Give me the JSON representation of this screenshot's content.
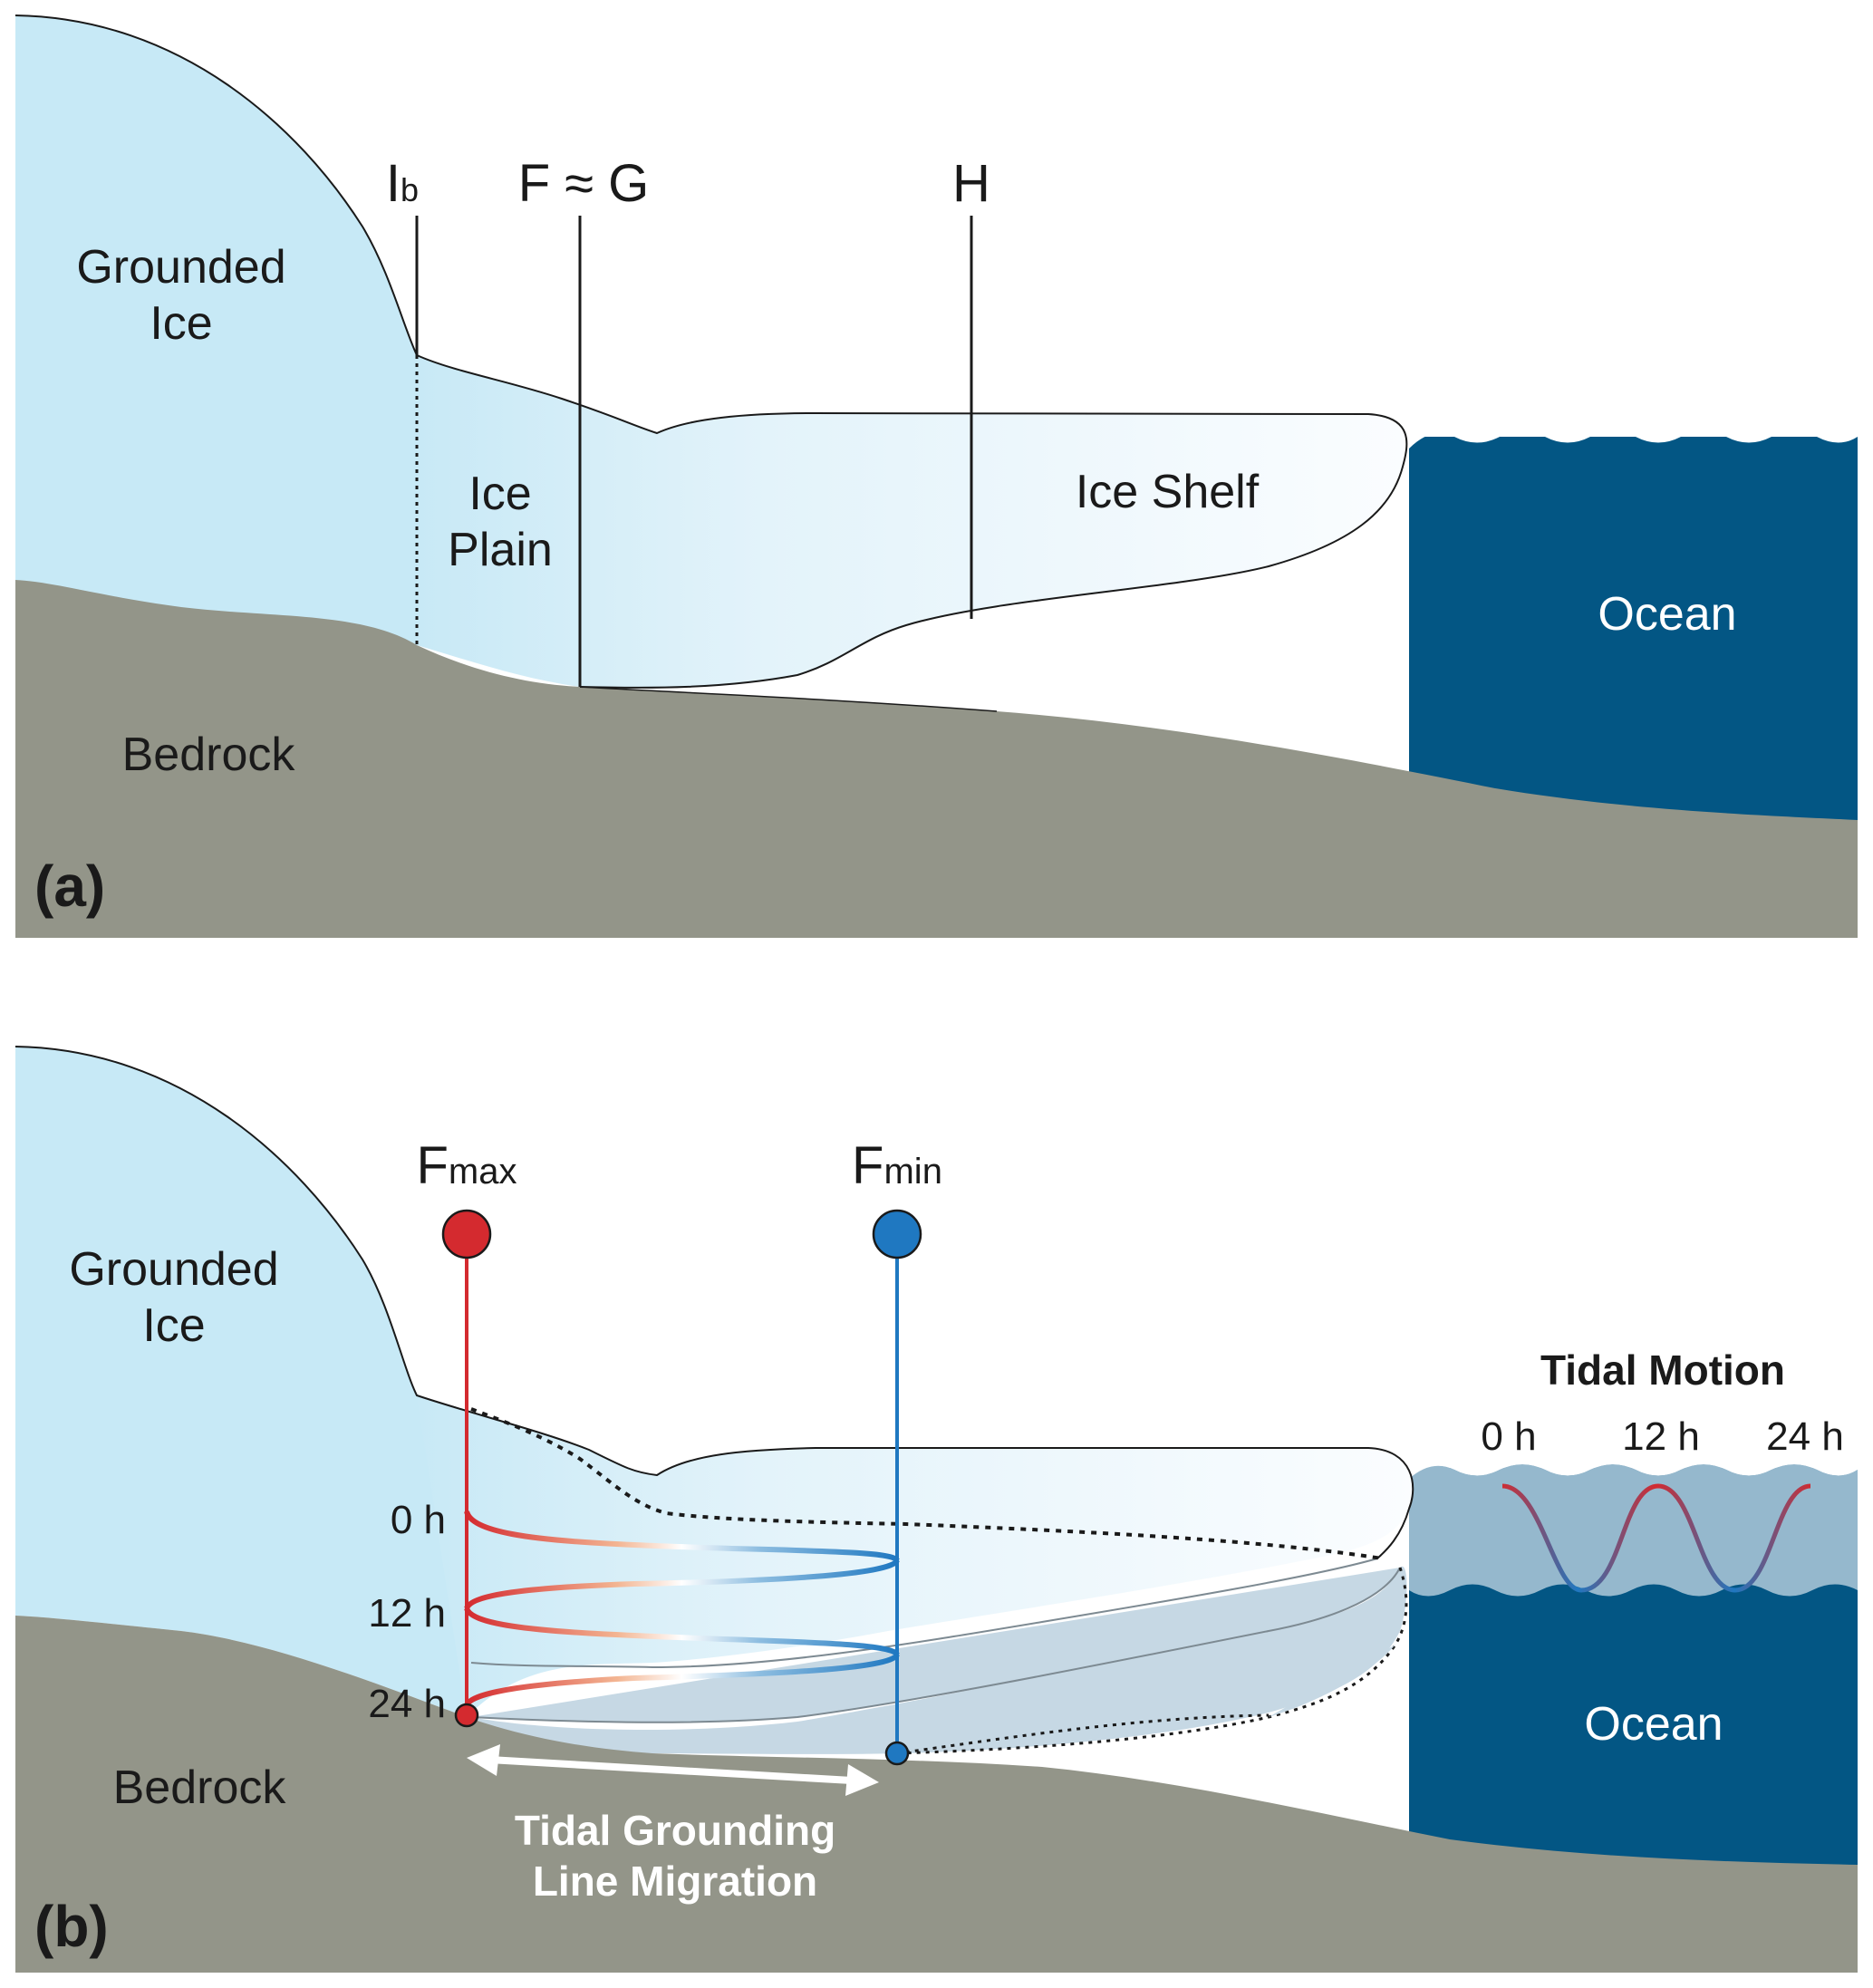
{
  "panel_a": {
    "tag": "(a)",
    "grounded_ice": [
      "Grounded",
      "Ice"
    ],
    "ice_plain": [
      "Ice",
      "Plain"
    ],
    "ice_shelf": "Ice Shelf",
    "ocean": "Ocean",
    "bedrock": "Bedrock",
    "point_ib": {
      "main": "I",
      "sub": "b"
    },
    "point_fg": "F ≈ G",
    "point_h": "H"
  },
  "panel_b": {
    "tag": "(b)",
    "grounded_ice": [
      "Grounded",
      "Ice"
    ],
    "ocean": "Ocean",
    "bedrock": "Bedrock",
    "f_max": {
      "main": "F",
      "sub": "max"
    },
    "f_min": {
      "main": "F",
      "sub": "min"
    },
    "tidal_motion_title": "Tidal Motion",
    "tidal_times": [
      "0 h",
      "12 h",
      "24 h"
    ],
    "migration_times": [
      "0 h",
      "12 h",
      "24 h"
    ],
    "migration_label": [
      "Tidal Grounding",
      "Line Migration"
    ]
  },
  "colors": {
    "grounded_ice": "#c7e9f6",
    "ice_shelf_light": "#f5fbfe",
    "ocean": "#035684",
    "tidal_water": "#95b8cd",
    "bedrock": "#939589",
    "f_max": "#d42a2f",
    "f_min": "#1f78c1"
  }
}
